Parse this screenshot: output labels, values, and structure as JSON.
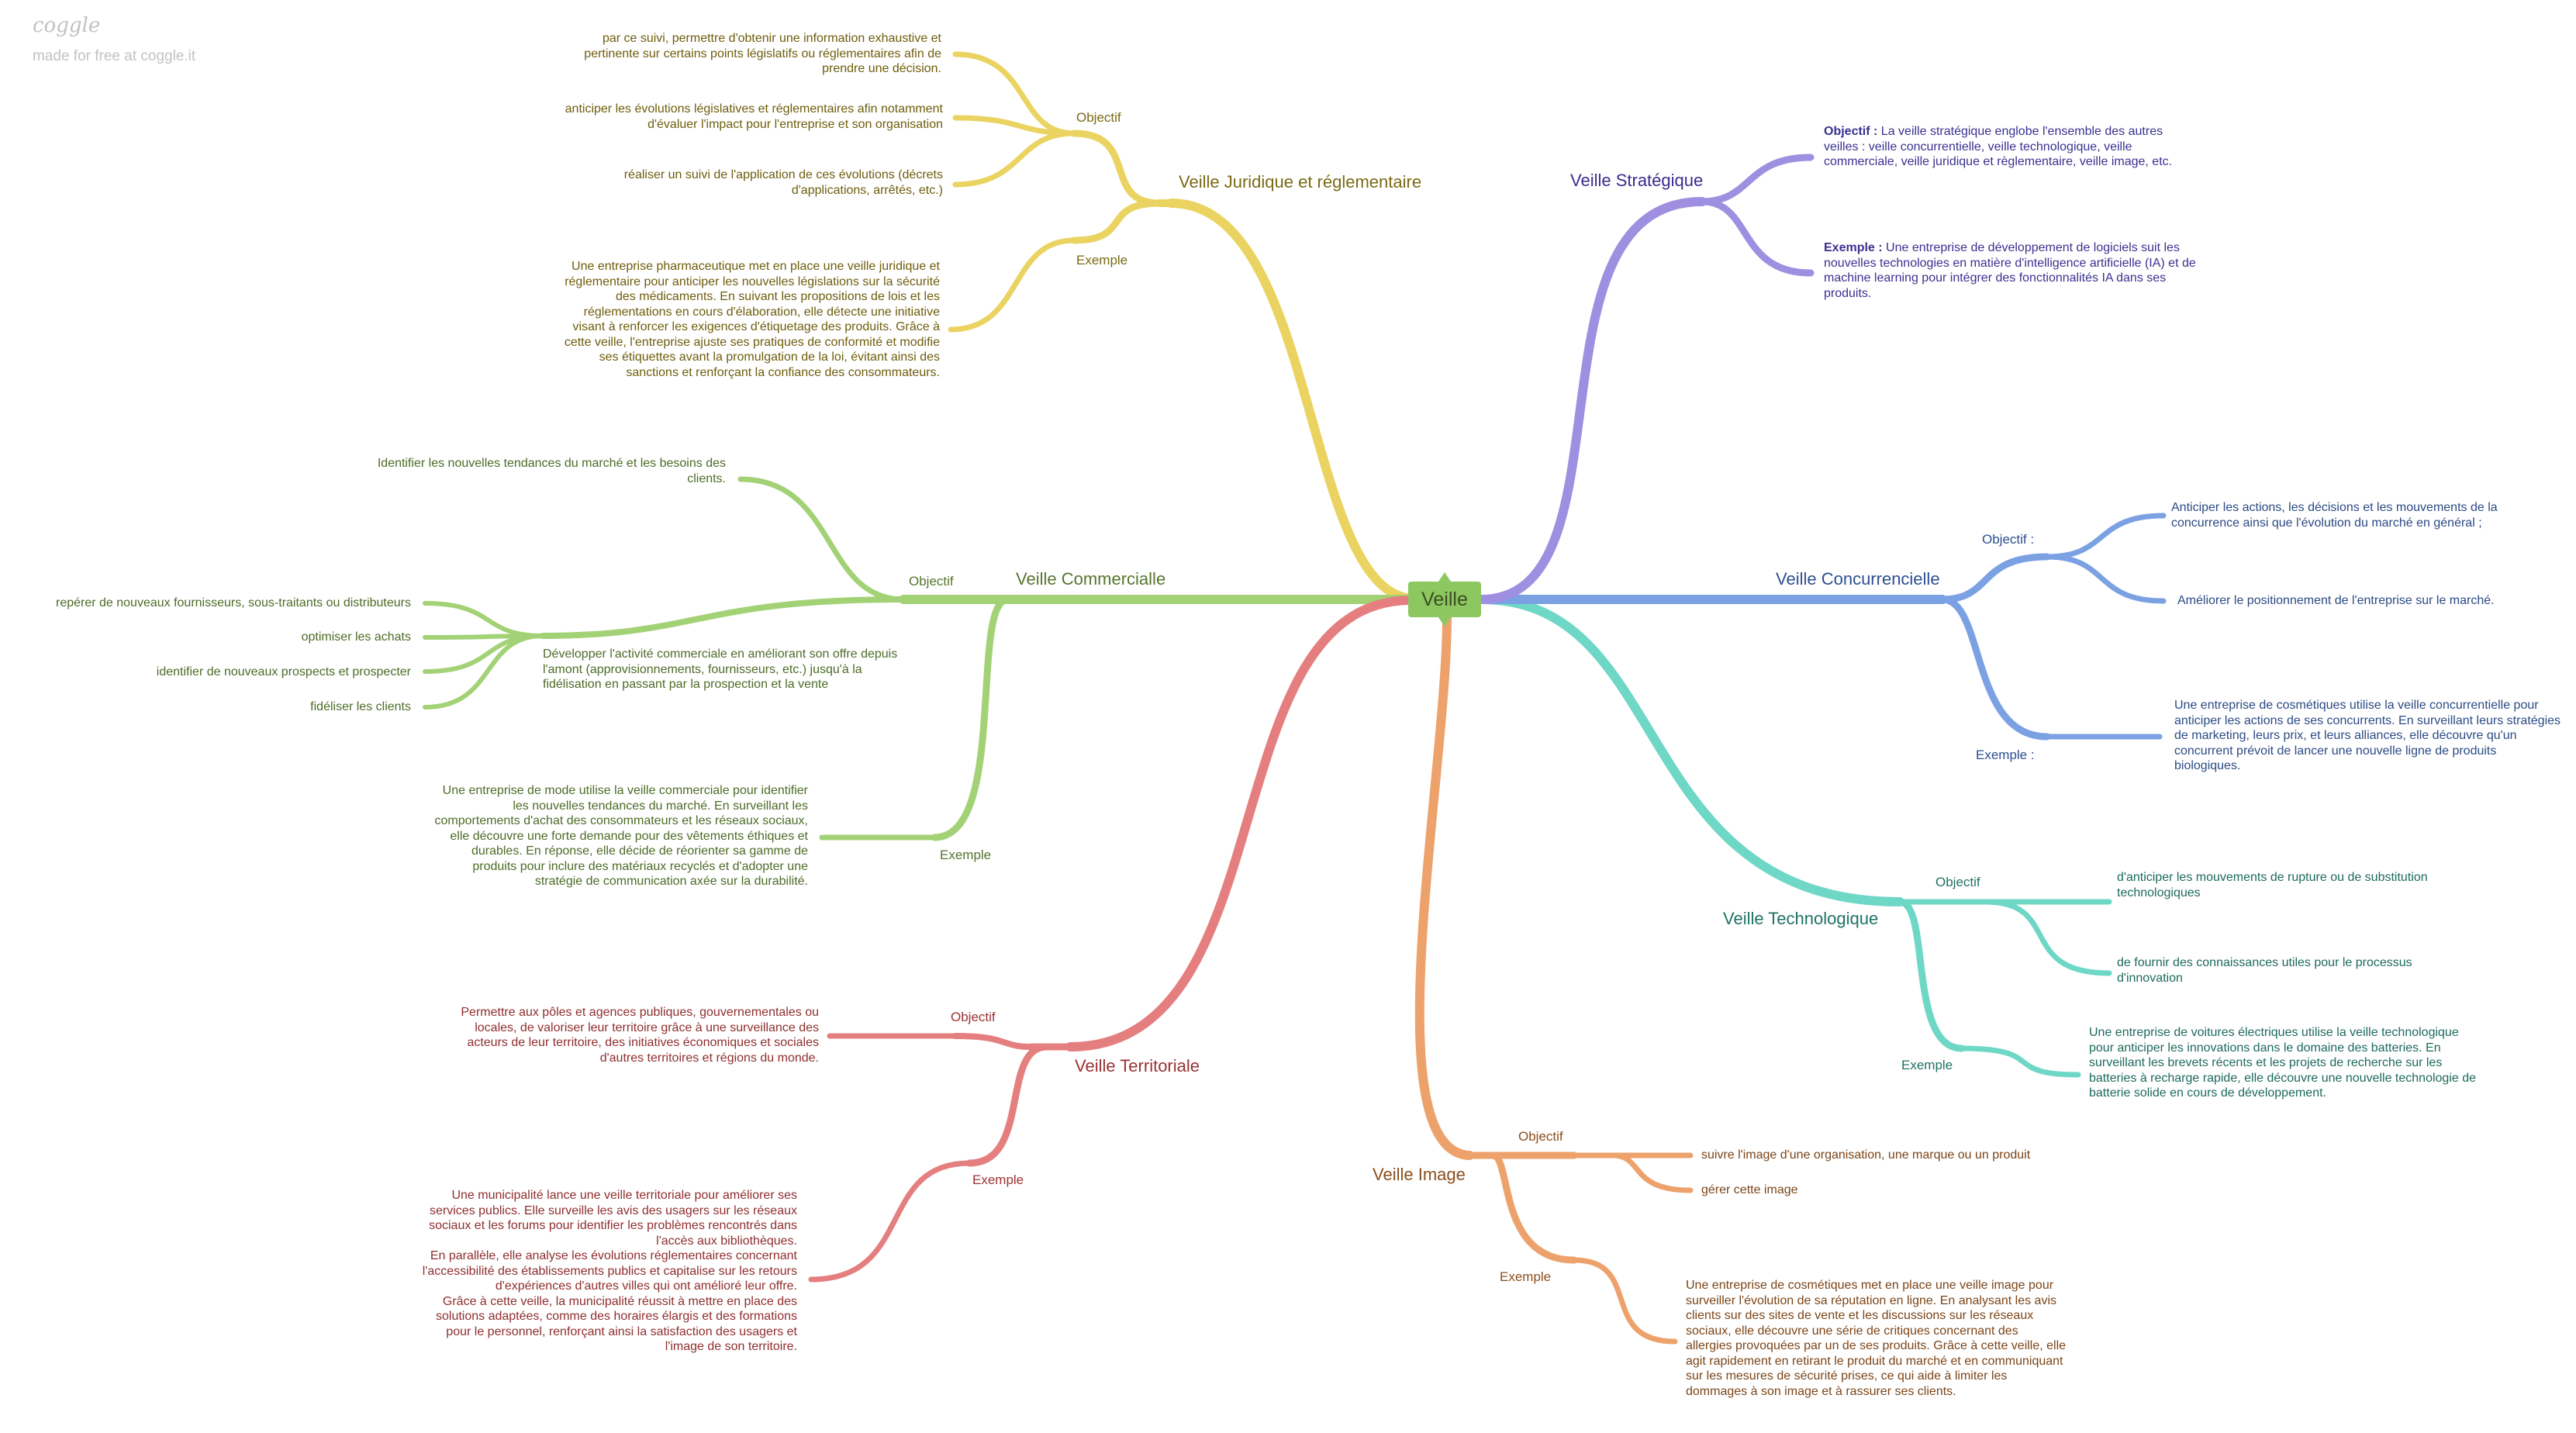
{
  "watermark": {
    "logo": "coggle",
    "subtitle": "made for free at coggle.it"
  },
  "colors": {
    "juridique": "#ead360",
    "commerciale": "#a3d276",
    "territoriale": "#e57f7f",
    "image": "#eda26c",
    "technologique": "#6ed7c6",
    "concurrentielle": "#7ba1e3",
    "strategique": "#9e8fe1",
    "root": "#8cc760"
  },
  "root": {
    "label": "Veille"
  },
  "juridique": {
    "title": "Veille Juridique et réglementaire",
    "objectif_label": "Objectif",
    "exemple_label": "Exemple",
    "objectifs": [
      "par ce suivi, permettre d'obtenir une information exhaustive et pertinente sur certains points législatifs ou réglementaires afin de prendre une décision.",
      "anticiper les évolutions législatives et réglementaires afin notamment d'évaluer l'impact pour l'entreprise et son organisation",
      "réaliser un suivi de l'application de ces évolutions (décrets d'applications, arrêtés, etc.)"
    ],
    "exemple": "Une entreprise pharmaceutique met en place une veille juridique et réglementaire pour anticiper les nouvelles législations sur la sécurité des médicaments. En suivant les propositions de lois et les réglementations en cours d'élaboration, elle détecte une initiative visant à renforcer les exigences d'étiquetage des produits. Grâce à cette veille, l'entreprise ajuste ses pratiques de conformité et modifie ses étiquettes avant la promulgation de la loi, évitant ainsi des sanctions et renforçant la confiance des consommateurs."
  },
  "commerciale": {
    "title": "Veille Commercialle",
    "objectif_label": "Objectif",
    "exemple_label": "Exemple",
    "objectif_1": "Identifier les nouvelles tendances du marché et les besoins des clients.",
    "objectif_2": "Développer l'activité commerciale en améliorant son offre depuis l'amont (approvisionnements, fournisseurs, etc.) jusqu'à la fidélisation en passant par la prospection et la vente",
    "sous_objectifs": [
      "repérer de nouveaux fournisseurs, sous-traitants ou distributeurs",
      "optimiser les achats",
      "identifier de nouveaux prospects et prospecter",
      "fidéliser les clients"
    ],
    "exemple": "Une entreprise de mode utilise la veille commerciale pour identifier les nouvelles tendances du marché. En surveillant les comportements d'achat des consommateurs et les réseaux sociaux, elle découvre une forte demande pour des vêtements éthiques et durables. En réponse, elle décide de réorienter sa gamme de produits pour inclure des matériaux recyclés et d'adopter une stratégie de communication axée sur la durabilité."
  },
  "territoriale": {
    "title": "Veille Territoriale",
    "objectif_label": "Objectif",
    "exemple_label": "Exemple",
    "objectif": "Permettre aux pôles et agences publiques, gouvernementales ou locales, de valoriser leur territoire grâce à une surveillance des acteurs de leur territoire, des initiatives économiques et sociales d'autres territoires et régions du monde.",
    "exemple_lines": [
      "Une municipalité lance une veille territoriale pour améliorer ses services publics. Elle surveille les avis des usagers sur les réseaux sociaux et les forums pour identifier les problèmes rencontrés dans l'accès aux bibliothèques.",
      "En parallèle, elle analyse les évolutions réglementaires concernant l'accessibilité des établissements publics et capitalise sur les retours d'expériences d'autres villes qui ont amélioré leur offre.",
      "Grâce à cette veille, la municipalité réussit à mettre en place des solutions adaptées, comme des horaires élargis et des formations pour le personnel, renforçant ainsi la satisfaction des usagers et l'image de son territoire."
    ]
  },
  "image": {
    "title": "Veille Image",
    "objectif_label": "Objectif",
    "exemple_label": "Exemple",
    "objectifs": [
      "suivre l'image d'une organisation, une marque ou un produit",
      "gérer cette image"
    ],
    "exemple": "Une entreprise de cosmétiques met en place une veille image pour surveiller l'évolution de sa réputation en ligne. En analysant les avis clients sur des sites de vente et les discussions sur les réseaux sociaux, elle découvre une série de critiques concernant des allergies provoquées par un de ses produits. Grâce à cette veille, elle agit rapidement en retirant le produit du marché et en communiquant sur les mesures de sécurité prises, ce qui aide à limiter les dommages à son image et à rassurer ses clients."
  },
  "technologique": {
    "title": "Veille Technologique",
    "objectif_label": "Objectif",
    "exemple_label": "Exemple",
    "objectifs": [
      "d'anticiper les mouvements de rupture ou de substitution technologiques",
      "de fournir des connaissances utiles pour le processus d'innovation"
    ],
    "exemple": "Une entreprise de voitures électriques utilise la veille technologique pour anticiper les innovations dans le domaine des batteries. En surveillant les brevets récents et les projets de recherche sur les batteries à recharge rapide, elle découvre une nouvelle technologie de batterie solide en cours de développement."
  },
  "concurrentielle": {
    "title": "Veille Concurrencielle",
    "objectif_label": "Objectif :",
    "exemple_label": "Exemple :",
    "objectifs": [
      "Anticiper les actions, les décisions et les mouvements de la concurrence ainsi que l'évolution du marché en général ;",
      "Améliorer le positionnement de l'entreprise sur le marché."
    ],
    "exemple": "Une entreprise de cosmétiques utilise la veille concurrentielle pour anticiper les actions de ses concurrents. En surveillant leurs stratégies de marketing, leurs prix, et leurs alliances, elle découvre qu'un concurrent prévoit de lancer une nouvelle ligne de produits biologiques."
  },
  "strategique": {
    "title": "Veille Stratégique",
    "objectif_bold": "Objectif :",
    "objectif_text": "La veille stratégique englobe l'ensemble des autres veilles : veille concurrentielle, veille technologique, veille commerciale, veille juridique et règlementaire, veille image, etc.",
    "exemple_bold": "Exemple :",
    "exemple_text": "Une entreprise de développement de logiciels suit les nouvelles technologies en matière d'intelligence artificielle (IA) et de machine learning pour intégrer des fonctionnalités IA dans ses produits."
  }
}
